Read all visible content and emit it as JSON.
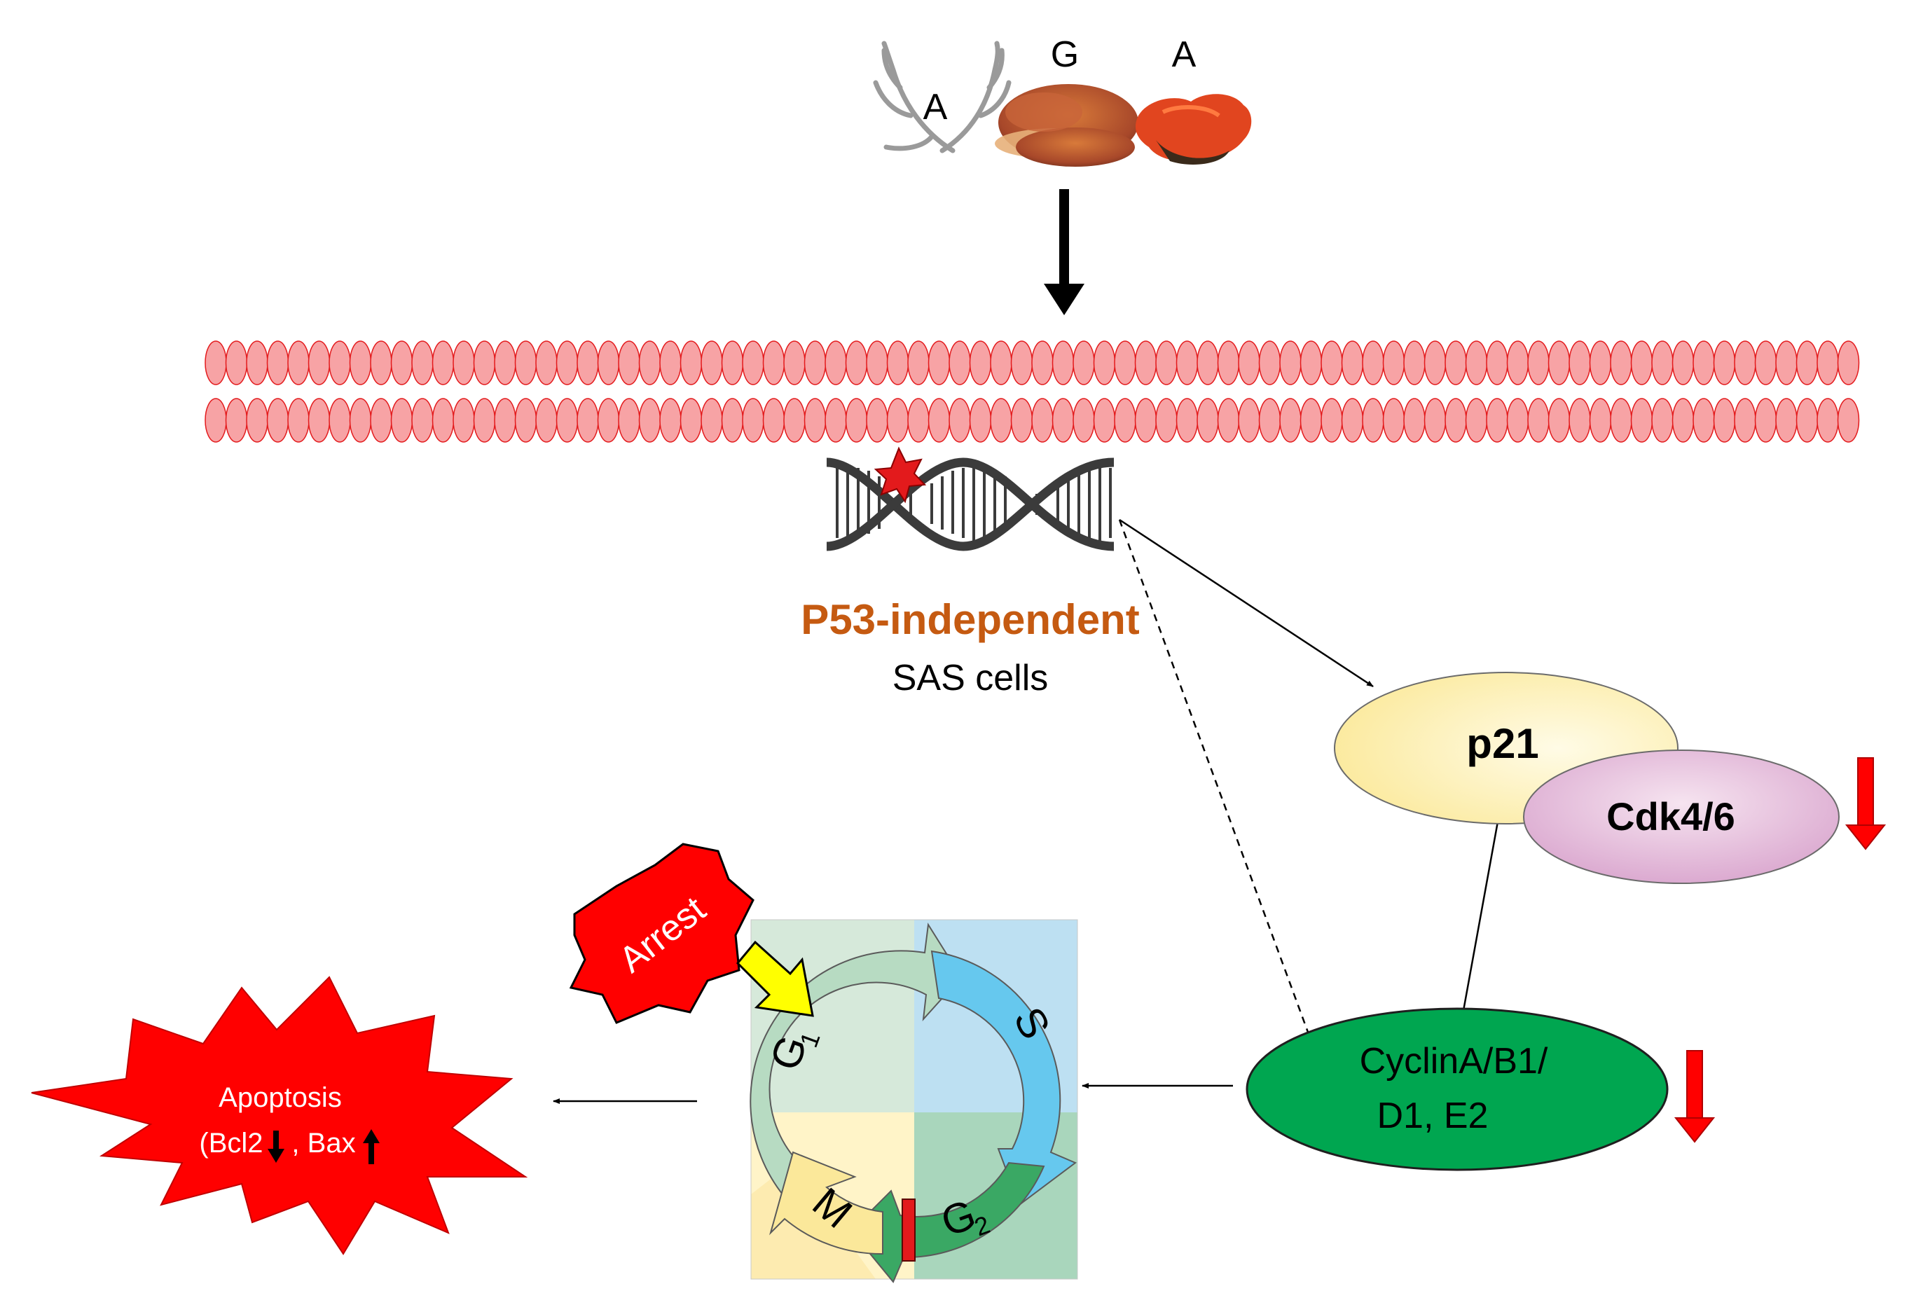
{
  "sources": {
    "antler_label": "A",
    "ganoderma_label": "G",
    "antrodia_label": "A"
  },
  "dna": {
    "title": "P53-independent",
    "subtitle": "SAS cells"
  },
  "p21": {
    "label": "p21"
  },
  "cdk": {
    "label": "Cdk4/6"
  },
  "cyclin": {
    "line1": "CyclinA/B1/",
    "line2": "D1, E2"
  },
  "arrest": {
    "label": "Arrest"
  },
  "apoptosis": {
    "line1": "Apoptosis",
    "line2_a": "(Bcl2",
    "line2_b": ", Bax"
  },
  "cell_cycle": {
    "g1": "G",
    "g1_sub": "1",
    "s": "S",
    "g2": "G",
    "g2_sub": "2",
    "m": "M"
  },
  "colors": {
    "membrane": "#f7a3a5",
    "membrane_stroke": "#e31a1c",
    "p53_text": "#c55a11",
    "p21_fill": "#fff2b3",
    "cdk_fill": "#dba6cf",
    "cyclin_fill": "#00a650",
    "red_arrow": "#ff0000",
    "arrest_fill": "#ff0000",
    "yellow_arrow": "#ffff00"
  }
}
